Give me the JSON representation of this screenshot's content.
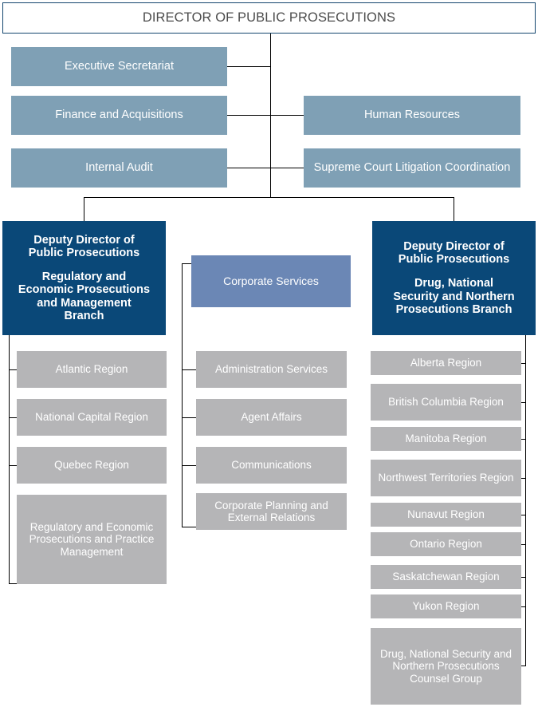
{
  "title": "Public Prosecution Service of Canada Organizational Chart",
  "colors": {
    "header_border": "#14456e",
    "header_text": "#4c4c4c",
    "steel_blue": "#7fa0b5",
    "dark_blue": "#0a4878",
    "medium_blue": "#6b87b5",
    "gray": "#b5b5b7",
    "connector": "#000000",
    "node_text": "#ffffff"
  },
  "root": {
    "label": "DIRECTOR OF PUBLIC PROSECUTIONS"
  },
  "corporate_units_left": [
    {
      "label": "Executive Secretariat"
    },
    {
      "label": "Finance and Acquisitions"
    },
    {
      "label": "Internal Audit"
    }
  ],
  "corporate_units_right": [
    {
      "label": "Human Resources"
    },
    {
      "label": "Supreme Court Litigation Coordination"
    }
  ],
  "branches": [
    {
      "id": "regulatory-branch",
      "role_line_1": "Deputy Director of",
      "role_line_2": "Public Prosecutions",
      "name_line_1": "Regulatory and",
      "name_line_2": "Economic Prosecutions",
      "name_line_3": "and Management",
      "name_line_4": "Branch",
      "children": [
        {
          "label": "Atlantic Region"
        },
        {
          "label": "National Capital Region"
        },
        {
          "label": "Quebec Region"
        },
        {
          "label": "Regulatory and Economic Prosecutions and Practice Management"
        }
      ]
    },
    {
      "id": "drug-branch",
      "role_line_1": "Deputy Director of",
      "role_line_2": "Public Prosecutions",
      "name_line_1": "Drug, National",
      "name_line_2": "Security and Northern",
      "name_line_3": "Prosecutions Branch",
      "name_line_4": "",
      "children": [
        {
          "label": "Alberta Region"
        },
        {
          "label": "British Columbia Region"
        },
        {
          "label": "Manitoba Region"
        },
        {
          "label": "Northwest Territories Region"
        },
        {
          "label": "Nunavut Region"
        },
        {
          "label": "Ontario Region"
        },
        {
          "label": "Saskatchewan Region"
        },
        {
          "label": "Yukon Region"
        },
        {
          "label": "Drug, National Security and Northern Prosecutions Counsel Group"
        }
      ]
    }
  ],
  "corporate_services": {
    "label": "Corporate Services",
    "children": [
      {
        "label": "Administration Services"
      },
      {
        "label": "Agent Affairs"
      },
      {
        "label": "Communications"
      },
      {
        "label": "Corporate Planning and External Relations"
      }
    ]
  }
}
